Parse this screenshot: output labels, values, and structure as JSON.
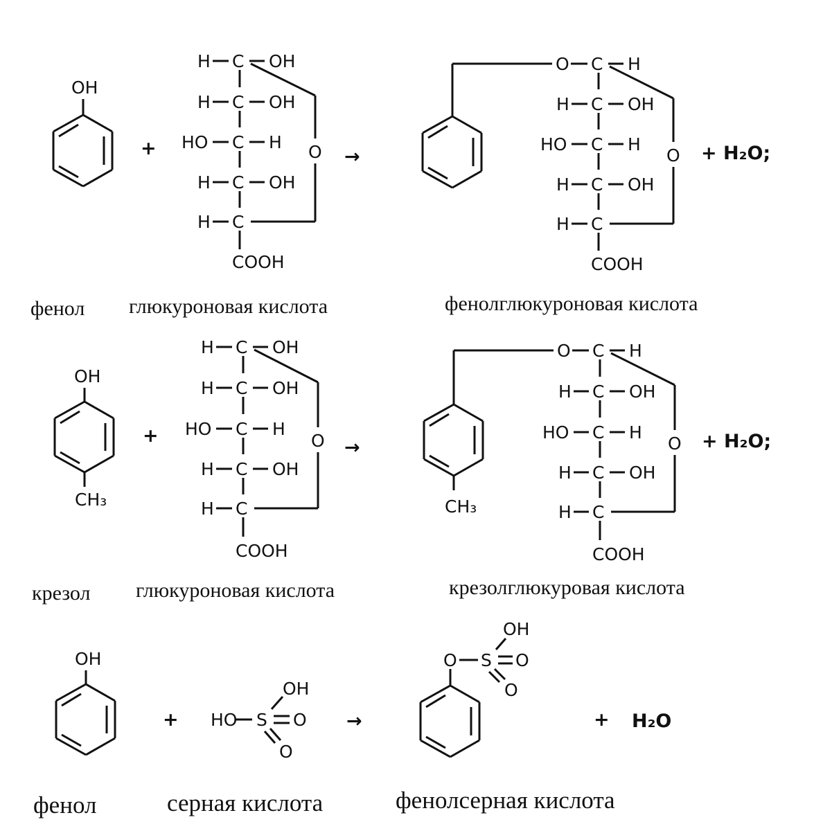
{
  "reactions": [
    {
      "phenol": {
        "oh": "OH"
      },
      "plus": "+",
      "arrow": "→",
      "glucuronic": {
        "rows": [
          {
            "left": "H",
            "right": "OH"
          },
          {
            "left": "H",
            "right": "OH"
          },
          {
            "left": "HO",
            "right": "H"
          },
          {
            "left": "H",
            "right": "OH"
          },
          {
            "left": "H",
            "right": ""
          }
        ],
        "ring_o": "O",
        "carboxyl": "COOH"
      },
      "product": {
        "link_o": "O",
        "rows": [
          {
            "left": "",
            "right": "H"
          },
          {
            "left": "H",
            "right": "OH"
          },
          {
            "left": "HO",
            "right": "H"
          },
          {
            "left": "H",
            "right": "OH"
          },
          {
            "left": "H",
            "right": ""
          }
        ],
        "ring_o": "O",
        "carboxyl": "COOH"
      },
      "byproduct": "+ H₂O;",
      "labels": {
        "reactant1": "фенол",
        "reactant2": "глюкуроновая кислота",
        "product": "фенолглюкуроновая кислота"
      }
    },
    {
      "cresol": {
        "oh": "OH",
        "methyl": "CH₃"
      },
      "plus": "+",
      "arrow": "→",
      "glucuronic": {
        "rows": [
          {
            "left": "H",
            "right": "OH"
          },
          {
            "left": "H",
            "right": "OH"
          },
          {
            "left": "HO",
            "right": "H"
          },
          {
            "left": "H",
            "right": "OH"
          },
          {
            "left": "H",
            "right": ""
          }
        ],
        "ring_o": "O",
        "carboxyl": "COOH"
      },
      "product": {
        "link_o": "O",
        "methyl": "CH₃",
        "rows": [
          {
            "left": "",
            "right": "H"
          },
          {
            "left": "H",
            "right": "OH"
          },
          {
            "left": "HO",
            "right": "H"
          },
          {
            "left": "H",
            "right": "OH"
          },
          {
            "left": "H",
            "right": ""
          }
        ],
        "ring_o": "O",
        "carboxyl": "COOH"
      },
      "byproduct": "+ H₂O;",
      "labels": {
        "reactant1": "крезол",
        "reactant2": "глюкуроновая кислота",
        "product": "крезолглюкуровая кислота"
      }
    },
    {
      "phenol": {
        "oh": "OH"
      },
      "plus": "+",
      "arrow": "→",
      "sulfuric": {
        "ho": "HO",
        "s": "S",
        "oh": "OH",
        "o1": "O",
        "o2": "O"
      },
      "product": {
        "o": "O",
        "s": "S",
        "oh": "OH",
        "o1": "O",
        "o2": "O"
      },
      "plus2": "+",
      "water": "H₂O",
      "labels": {
        "reactant1": "фенол",
        "reactant2": "серная кислота",
        "product": "фенолсерная кислота"
      }
    }
  ]
}
